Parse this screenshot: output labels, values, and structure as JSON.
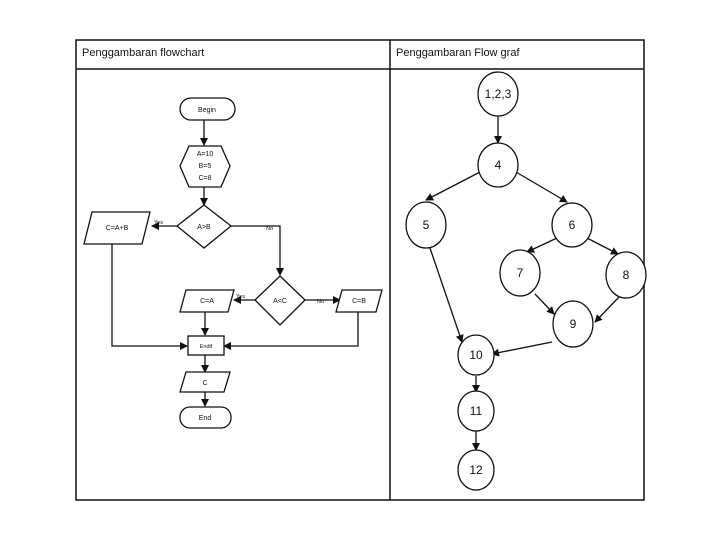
{
  "headers": {
    "left": "Penggambaran flowchart",
    "right": "Penggambaran Flow graf"
  },
  "flowchart": {
    "begin": "Begin",
    "init": [
      "A=10",
      "B=5",
      "C=8"
    ],
    "output_sum": "C=A+B",
    "decision_ab": "A>B",
    "yes_1": "Yes",
    "no_1": "No",
    "decision_ac": "A<C",
    "yes_2": "Yes",
    "no_2": "No",
    "assign_ca": "C=A",
    "assign_cb": "C=B",
    "print": "Endif",
    "output_c": "C",
    "end": "End"
  },
  "flowgraph": {
    "nodes": [
      "1,2,3",
      "4",
      "5",
      "6",
      "7",
      "8",
      "9",
      "10",
      "11",
      "12"
    ]
  }
}
